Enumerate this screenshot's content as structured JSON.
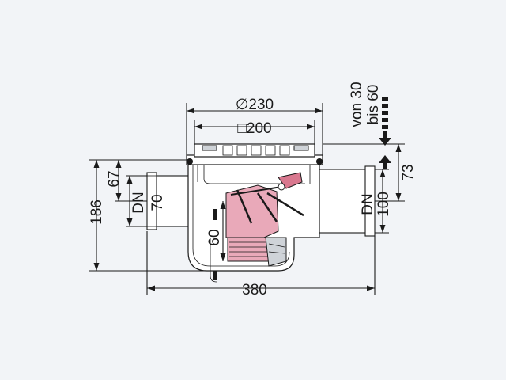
{
  "colors": {
    "background": "#f2f4f7",
    "line": "#1a1a1a",
    "valve_pink": "#e9a9b9",
    "valve_pink_dark": "#d9788f",
    "part_grey": "#cfd3d8"
  },
  "dimensions": {
    "grate_diameter": "∅230",
    "grate_square": "□200",
    "overall_length": "380",
    "overall_height": "186",
    "inlet_height": "67",
    "inlet_dn_prefix": "DN",
    "inlet_dn_value": "70",
    "outlet_dn_prefix": "DN",
    "outlet_dn_value": "100",
    "outlet_height": "73",
    "water_seal": "60",
    "adjust_line1": "von 30",
    "adjust_line2": "bis 60"
  }
}
